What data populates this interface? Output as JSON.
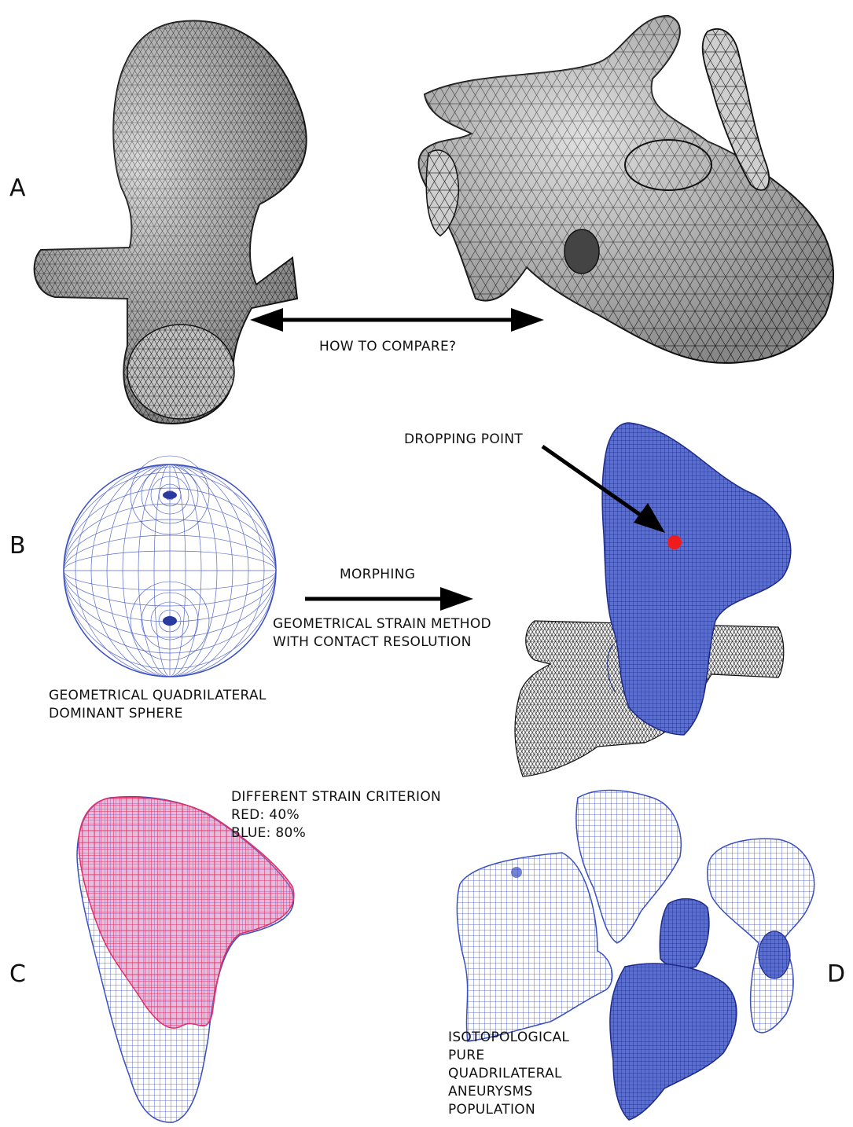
{
  "panels": {
    "a": {
      "letter": "A",
      "compare_label": "HOW TO COMPARE?"
    },
    "b": {
      "letter": "B",
      "morphing_label": "MORPHING",
      "method_line1": "GEOMETRICAL STRAIN METHOD",
      "method_line2": "WITH CONTACT RESOLUTION",
      "sphere_line1": "GEOMETRICAL QUADRILATERAL",
      "sphere_line2": "DOMINANT SPHERE",
      "dropping_label": "DROPPING POINT"
    },
    "c": {
      "letter": "C",
      "criterion_line1": "DIFFERENT STRAIN CRITERION",
      "criterion_line2": "RED: 40%",
      "criterion_line3": "BLUE: 80%"
    },
    "d": {
      "letter": "D",
      "population_line1": "ISOTOPOLOGICAL",
      "population_line2": "PURE",
      "population_line3": "QUADRILATERAL",
      "population_line4": "ANEURYSMS",
      "population_line5": "POPULATION"
    }
  },
  "colors": {
    "mesh_gray": "#c9c9c9",
    "mesh_line": "#2a2a2a",
    "quad_blue": "#3a4fc0",
    "quad_red": "#e0306a",
    "drop_point": "#ee1c1c"
  }
}
